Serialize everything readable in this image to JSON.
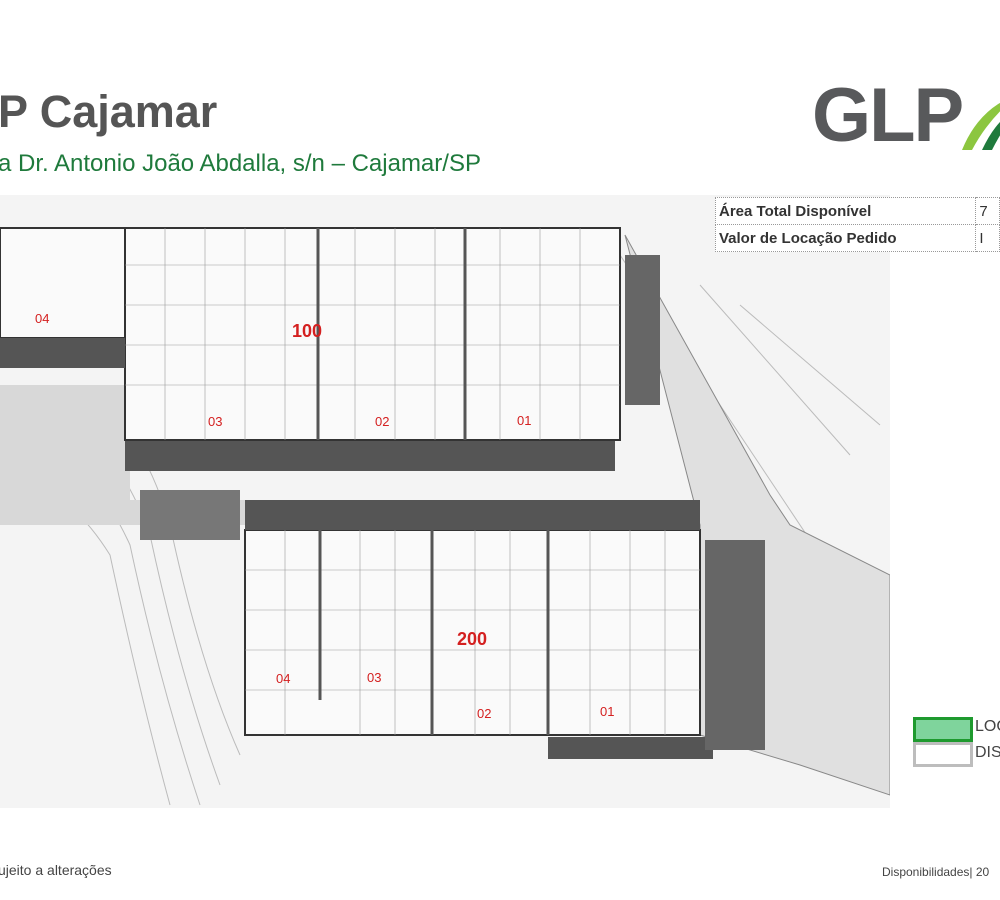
{
  "header": {
    "title": "P Cajamar",
    "address": "a Dr. Antonio João Abdalla, s/n – Cajamar/SP",
    "logo_text": "GLP"
  },
  "info_table": {
    "rows": [
      {
        "label": "Área Total Disponível",
        "value": "7"
      },
      {
        "label": "Valor de Locação Pedido",
        "value": "I"
      }
    ]
  },
  "site_plan": {
    "buildings": [
      {
        "name": "100",
        "modules": [
          "04",
          "03",
          "02",
          "01"
        ]
      },
      {
        "name": "200",
        "modules": [
          "04",
          "03",
          "02",
          "01"
        ]
      }
    ]
  },
  "legend": {
    "items": [
      {
        "label": "LOC",
        "color": "#7fd49c"
      },
      {
        "label": "DIS",
        "color": "#ffffff"
      }
    ]
  },
  "footer": {
    "left": "ujeito a alterações",
    "right": "Disponibilidades| 20"
  },
  "colors": {
    "accent_green": "#1f7a3c",
    "label_red": "#d42020"
  }
}
